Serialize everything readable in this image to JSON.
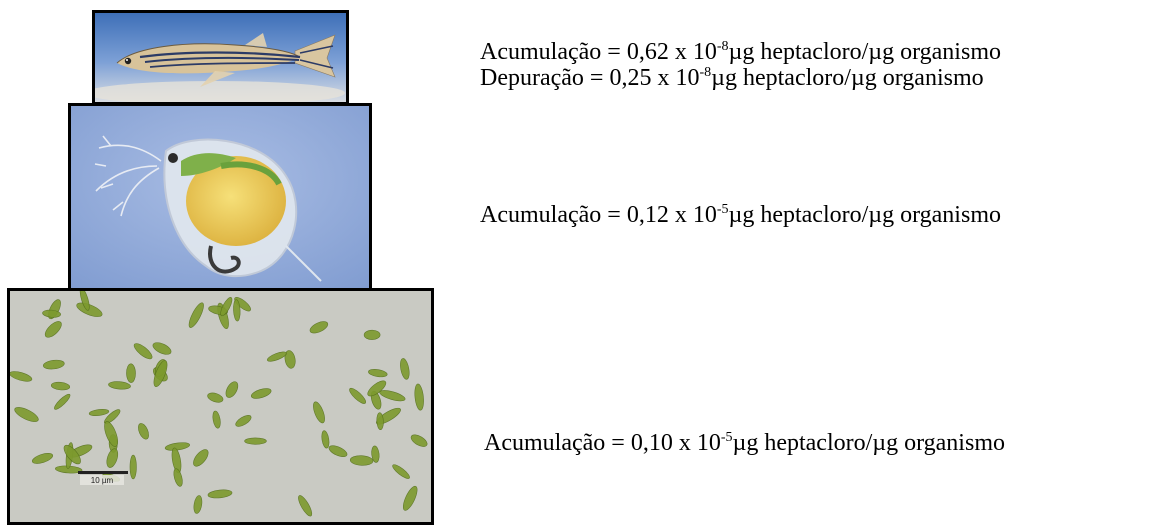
{
  "levels": {
    "fish": {
      "accumulation": {
        "prefix": "Acumulação = 0,62 x 10",
        "exponent": "-8",
        "suffix": "µg heptacloro/µg organismo"
      },
      "depuration": {
        "prefix": "Depuração = 0,25 x 10",
        "exponent": "-8",
        "suffix": "µg heptacloro/µg organismo"
      }
    },
    "daphnia": {
      "accumulation": {
        "prefix": "Acumulação = 0,12 x 10",
        "exponent": "-5",
        "suffix": "µg heptacloro/µg organismo"
      }
    },
    "algae": {
      "accumulation": {
        "prefix": "Acumulação = 0,10 x 10",
        "exponent": "-5",
        "suffix": "µg heptacloro/µg organismo"
      },
      "scale_bar_label": "10 µm"
    }
  },
  "colors": {
    "fish_background": "#5f86c4",
    "daphnia_background": "#8fa9d8",
    "algae_background": "#c8c9c2",
    "algae_cell": "#7d9a2e"
  }
}
